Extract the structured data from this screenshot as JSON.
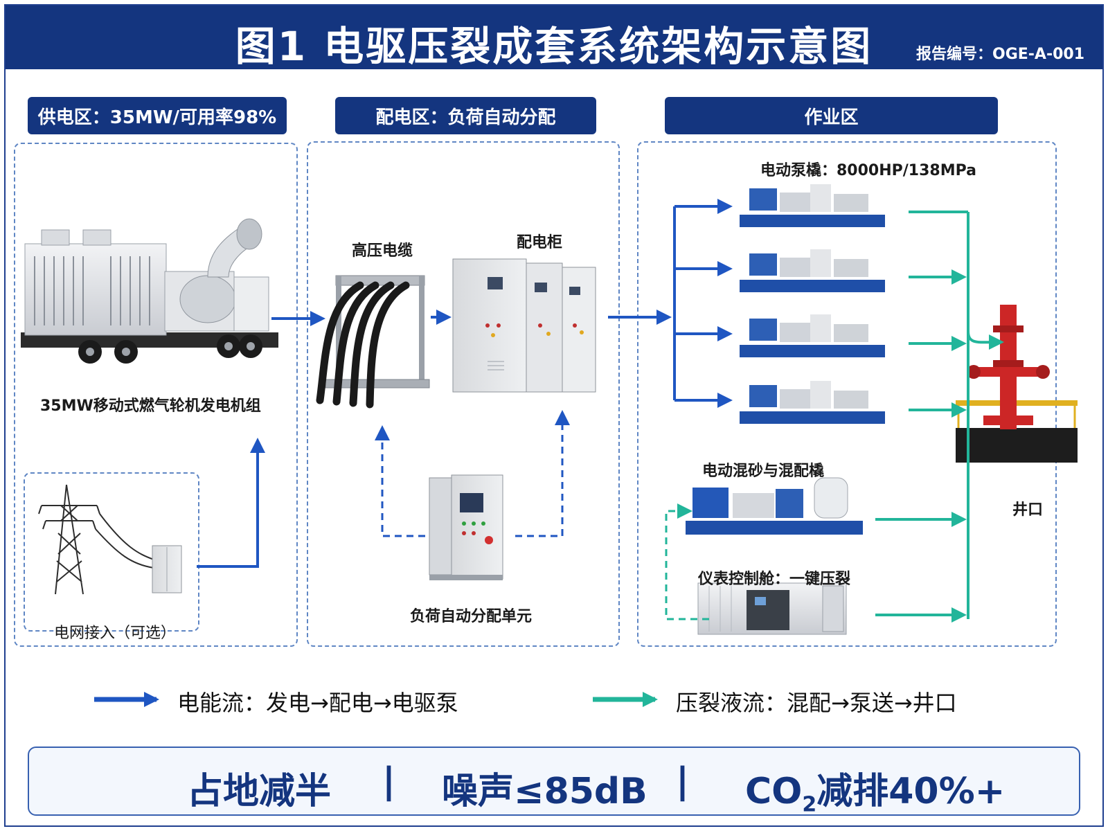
{
  "header": {
    "title": "图1  电驱压裂成套系统架构示意图",
    "report_no": "报告编号：OGE-A-001"
  },
  "zones": {
    "supply": {
      "label": "供电区：35MW/可用率98%"
    },
    "distribution": {
      "label": "配电区：负荷自动分配"
    },
    "operation": {
      "label": "作业区"
    }
  },
  "components": {
    "turbine": "35MW移动式燃气轮机发电机组",
    "grid": "电网接入（可选）",
    "cable": "高压电缆",
    "cabinet": "配电柜",
    "load_unit": "负荷自动分配单元",
    "pump_skid": "电动泵橇：8000HP/138MPa",
    "blender": "电动混砂与混配橇",
    "control_cabin": "仪表控制舱：一键压裂",
    "wellhead": "井口"
  },
  "legend": {
    "power_flow": "电能流：发电→配电→电驱泵",
    "frac_flow": "压裂液流：混配→泵送→井口"
  },
  "stats": {
    "s1": "占地减半",
    "sep": "|",
    "s2": "噪声≤85dB",
    "s3_a": "CO",
    "s3_sub": "2",
    "s3_b": "减排40%+"
  },
  "colors": {
    "navy": "#14357f",
    "power_arrow": "#1f56c2",
    "frac_arrow": "#22b59a",
    "zone_border": "#5f86c4"
  }
}
